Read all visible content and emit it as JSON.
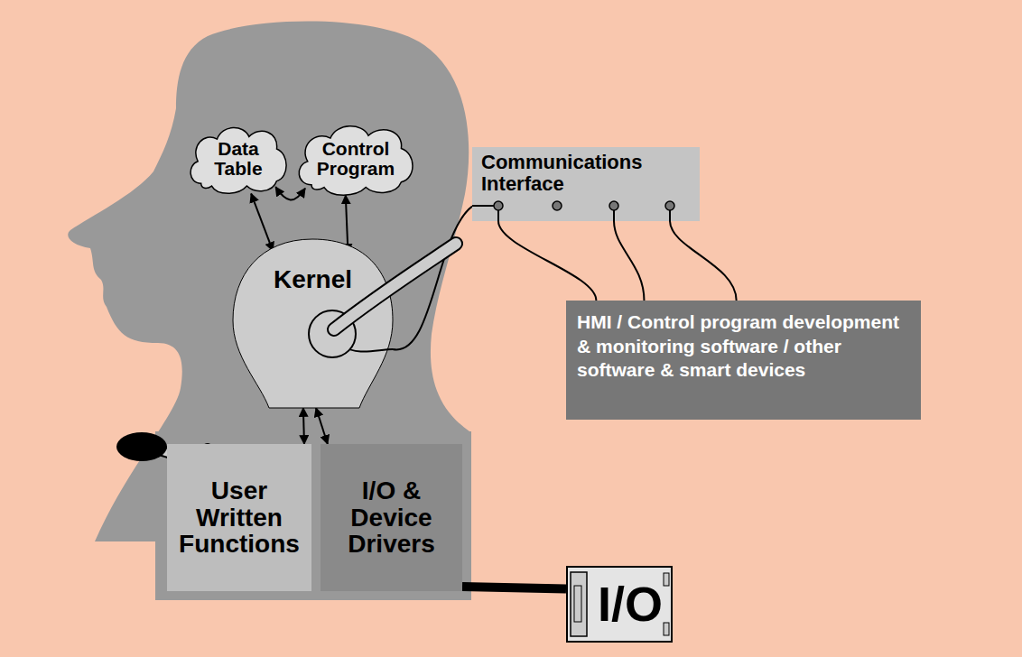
{
  "diagram": {
    "nodes": [
      {
        "text": [
          "Data Table"
        ]
      },
      {
        "text": [
          "Control Program"
        ]
      },
      {
        "text": [
          "Kernel"
        ]
      },
      {
        "text": [
          "Communications Interface"
        ]
      },
      {
        "text": [
          "HMI / Control program development & monitoring software / other software & smart devices"
        ]
      },
      {
        "text": [
          "User Written Functions"
        ]
      },
      {
        "text": [
          "I/O & Device Drivers"
        ]
      },
      {
        "text": [
          "I/O"
        ]
      }
    ],
    "edges": [
      {
        "from": 0,
        "to": 1,
        "arrow": "both"
      },
      {
        "from": 0,
        "to": 2,
        "arrow": "both"
      },
      {
        "from": 1,
        "to": 2,
        "arrow": "both"
      },
      {
        "from": 2,
        "to": 5,
        "arrow": "both"
      },
      {
        "from": 2,
        "to": 6,
        "arrow": "both"
      },
      {
        "from": 2,
        "to": 3,
        "arrow": "none"
      },
      {
        "from": 3,
        "to": 4,
        "arrow": "none"
      },
      {
        "from": 3,
        "to": 4,
        "arrow": "none"
      },
      {
        "from": 3,
        "to": 4,
        "arrow": "none"
      },
      {
        "from": 6,
        "to": 7,
        "arrow": "none"
      }
    ]
  }
}
